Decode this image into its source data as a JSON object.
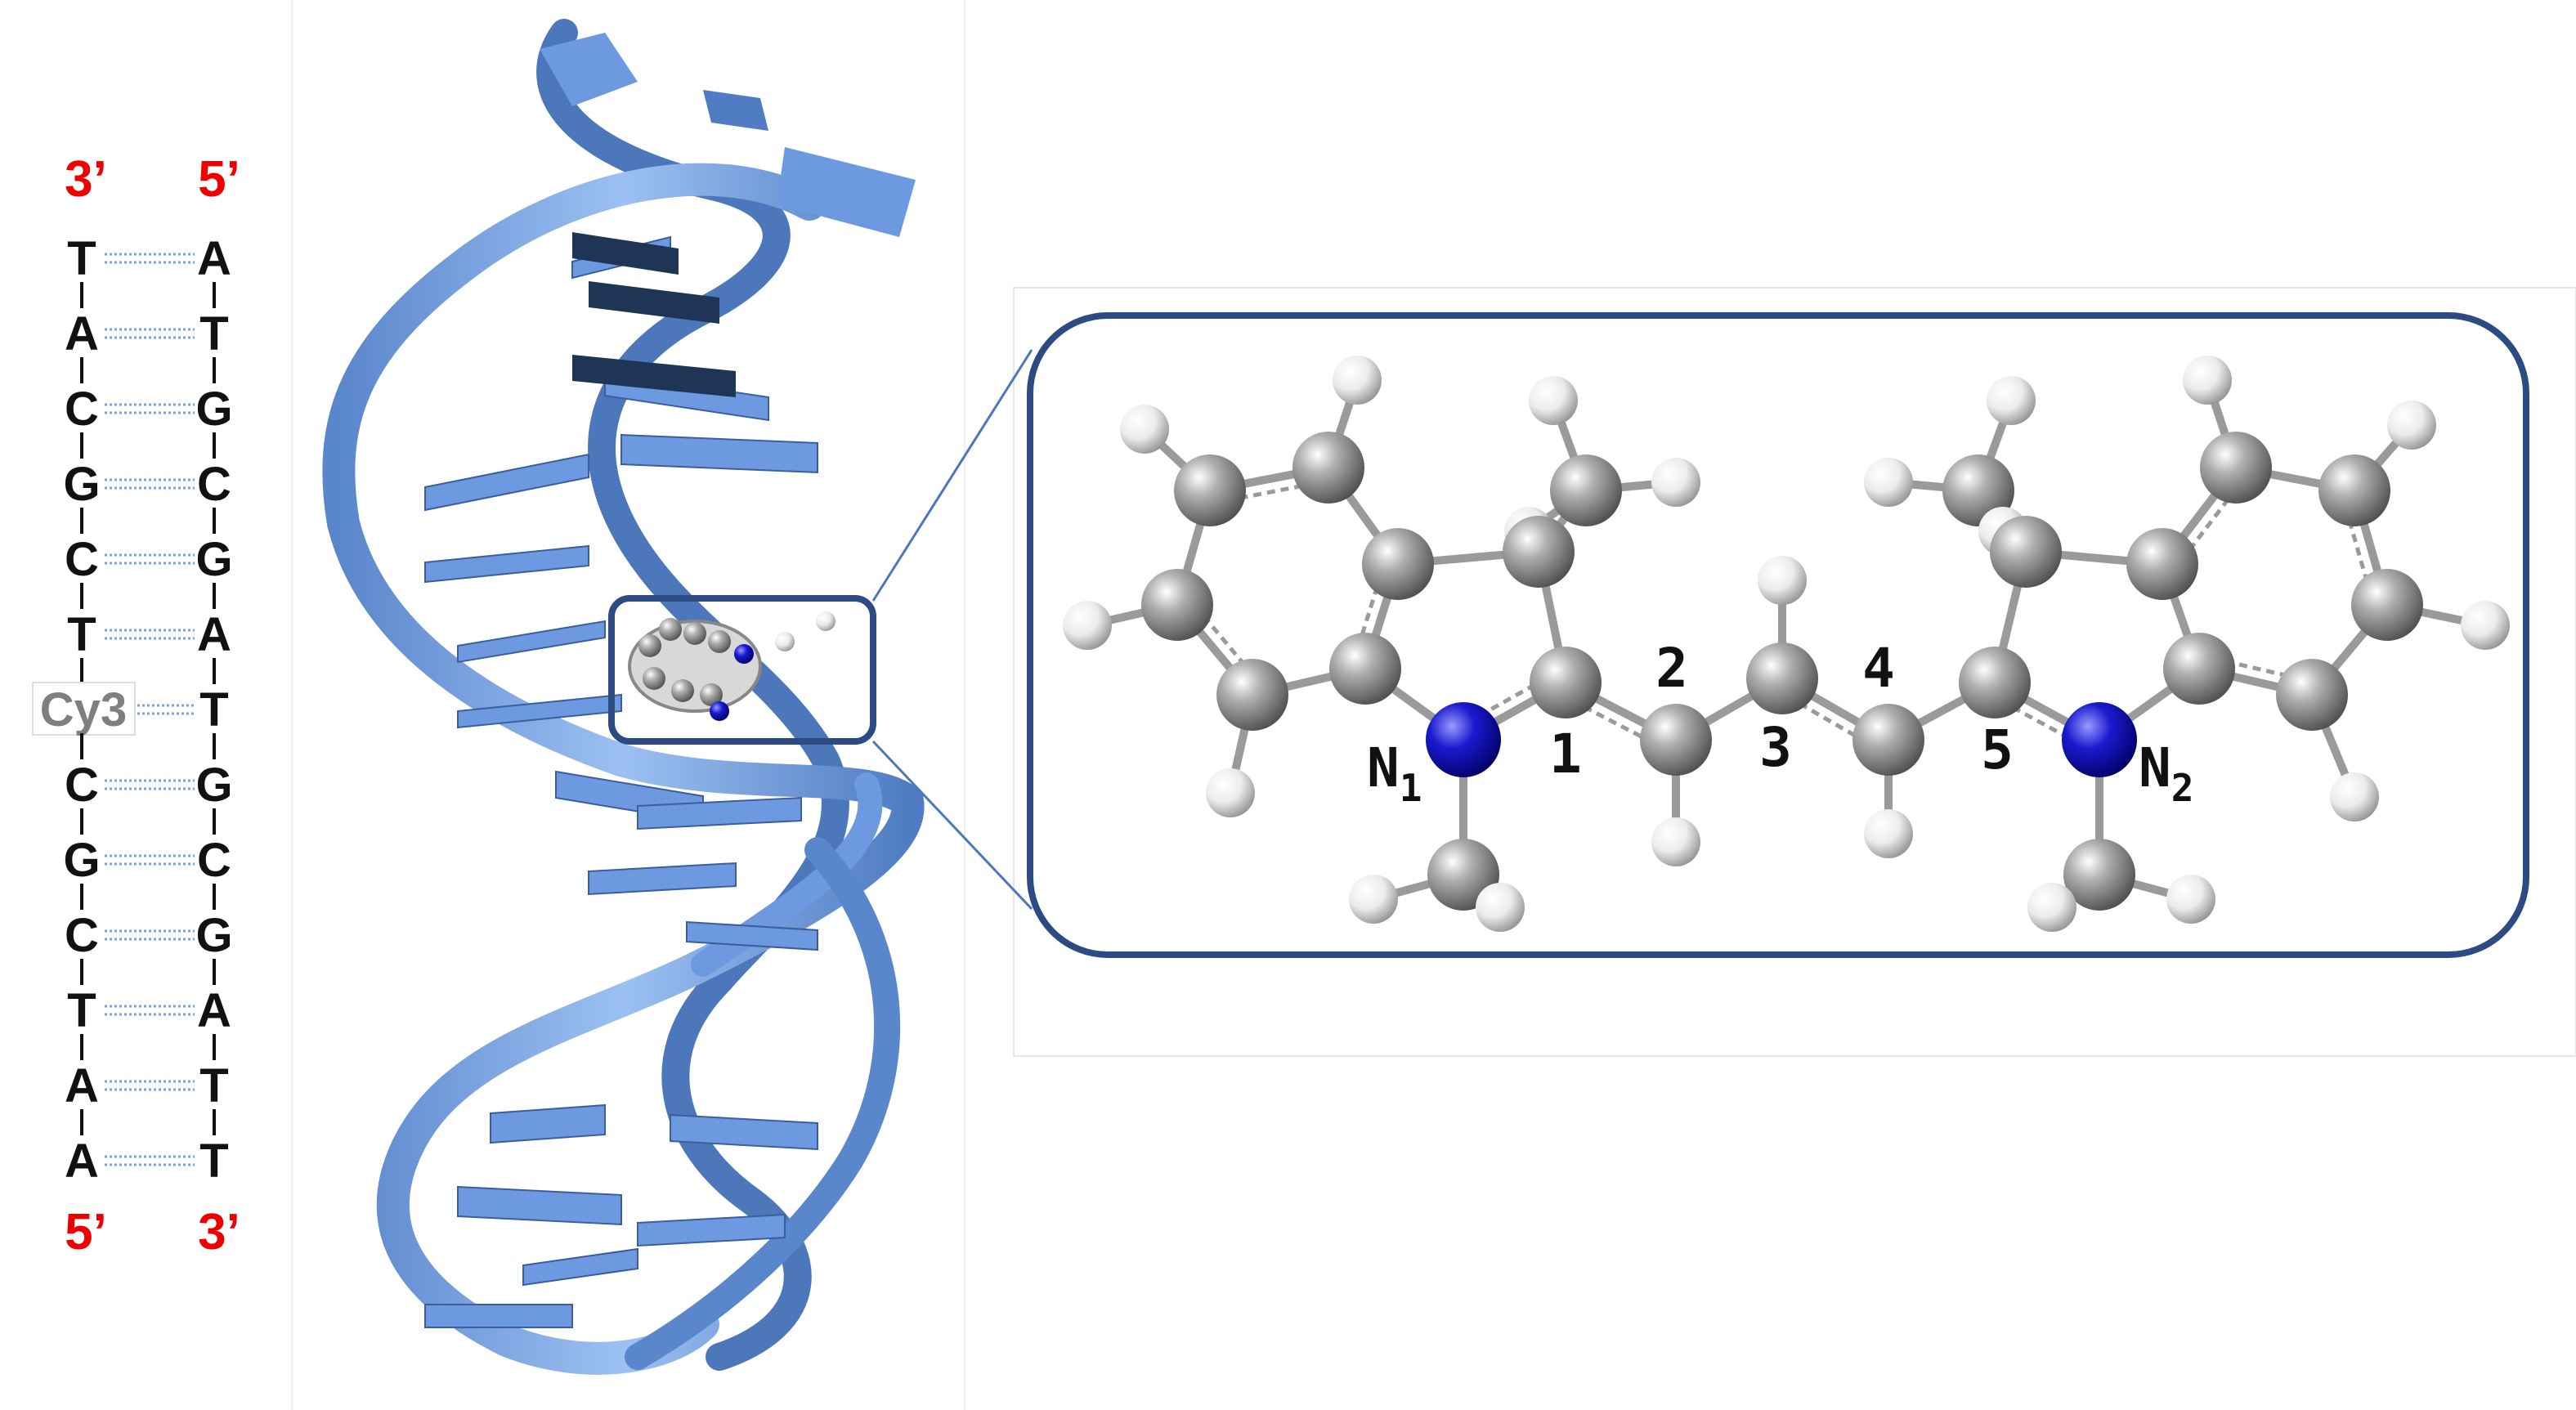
{
  "sequence": {
    "left_top_end": "3’",
    "right_top_end": "5’",
    "left_bottom_end": "5’",
    "right_bottom_end": "3’",
    "pairs": [
      {
        "left": "T",
        "right": "A"
      },
      {
        "left": "A",
        "right": "T"
      },
      {
        "left": "C",
        "right": "G"
      },
      {
        "left": "G",
        "right": "C"
      },
      {
        "left": "C",
        "right": "G"
      },
      {
        "left": "T",
        "right": "A"
      },
      {
        "left": "Cy3",
        "right": "T"
      },
      {
        "left": "C",
        "right": "G"
      },
      {
        "left": "G",
        "right": "C"
      },
      {
        "left": "C",
        "right": "G"
      },
      {
        "left": "T",
        "right": "A"
      },
      {
        "left": "A",
        "right": "T"
      },
      {
        "left": "A",
        "right": "T"
      }
    ],
    "highlight_label": "Cy3"
  },
  "molecule": {
    "chain_numbers": [
      "1",
      "2",
      "3",
      "4",
      "5"
    ],
    "n1_label": "N",
    "n1_sub": "1",
    "n2_label": "N",
    "n2_sub": "2"
  },
  "colors": {
    "end_label": "#ee0000",
    "dna_ribbon": "#6d99e0",
    "dna_dark": "#1e3556",
    "inset_border": "#2c4b82",
    "nitrogen": "#1010c0",
    "carbon": "#8c8c8c",
    "hydrogen": "#e8e8e8",
    "cy3_label": "#7f7f7f"
  }
}
